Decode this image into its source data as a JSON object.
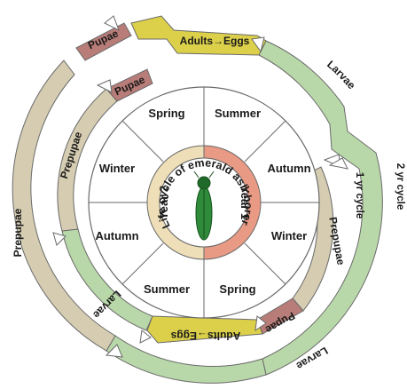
{
  "title": "Life cycle of emerald ash borer",
  "center_years": {
    "year1": "Year 1",
    "year2": "Year 2"
  },
  "seasons": {
    "spring_top": "Spring",
    "summer_top": "Summer",
    "autumn_right": "Autumn",
    "winter_right": "Winter",
    "spring_bottom": "Spring",
    "summer_bottom": "Summer",
    "autumn_left": "Autumn",
    "winter_left": "Winter"
  },
  "cycle_labels": {
    "one_year": "1 yr cycle",
    "two_year": "2 yr cycle"
  },
  "stages": {
    "adults_eggs_top": "Adults→Eggs",
    "adults_eggs_bottom": "Adults→Eggs",
    "pupae_outer": "Pupae",
    "pupae_inner": "Pupae",
    "pupae_bottom": "Pupae",
    "larvae_outer_right": "Larvae",
    "larvae_outer_bottom": "Larvae",
    "larvae_inner": "Larvae",
    "prepupae_outer": "Prepupae",
    "prepupae_inner_left": "Prepupae",
    "prepupae_inner_right": "Prepupae"
  },
  "colors": {
    "larvae": "#b9d8a9",
    "prepupae": "#d5ccb1",
    "pupae": "#b87d78",
    "adults": "#dcd04a",
    "year1": "#e99a84",
    "year2": "#eedfb8",
    "outline": "#6a6a6a"
  }
}
